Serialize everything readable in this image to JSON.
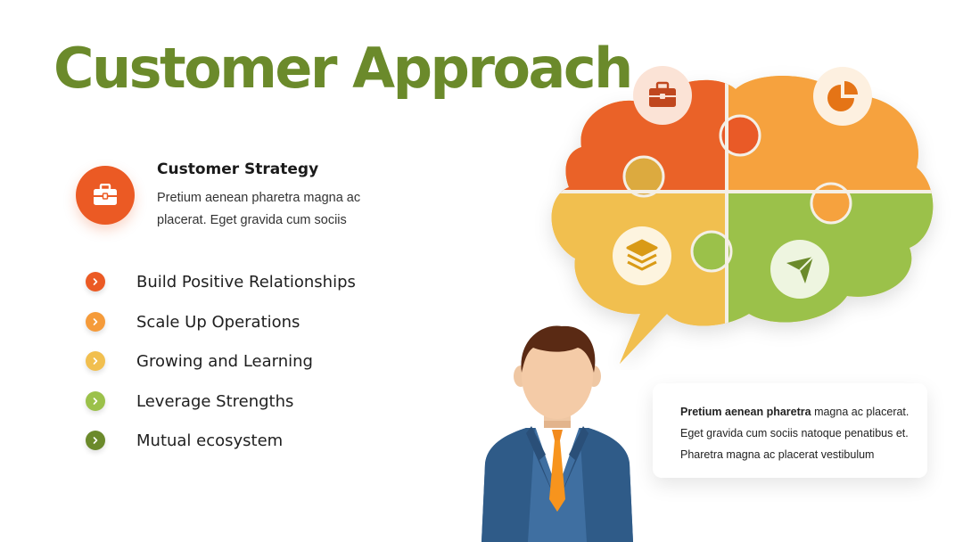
{
  "title": "Customer Approach",
  "strategy": {
    "heading": "Customer Strategy",
    "description": "Pretium aenean pharetra magna ac placerat. Eget gravida cum sociis"
  },
  "bullets": [
    {
      "label": "Build Positive Relationships",
      "color": "#eb5a24"
    },
    {
      "label": "Scale Up Operations",
      "color": "#f59b3a"
    },
    {
      "label": "Growing and Learning",
      "color": "#f1bf4f"
    },
    {
      "label": "Leverage Strengths",
      "color": "#9bc14a"
    },
    {
      "label": "Mutual ecosystem",
      "color": "#6b8a2b"
    }
  ],
  "quote": {
    "bold": "Pretium aenean pharetra",
    "rest": " magna ac placerat. Eget gravida cum sociis natoque penatibus et. Pharetra magna ac placerat vestibulum"
  },
  "icons": {
    "strategy": "briefcase-icon",
    "puzzle_top_left": "briefcase-icon",
    "puzzle_top_right": "pie-chart-icon",
    "puzzle_bottom_left": "layers-icon",
    "puzzle_bottom_right": "paper-plane-icon",
    "bullet": "chevron-right-icon"
  },
  "colors": {
    "title": "#6b8a2b",
    "red_orange": "#eb5a24",
    "orange": "#f59b3a",
    "yellow": "#f1bf4f",
    "green": "#9bc14a"
  }
}
